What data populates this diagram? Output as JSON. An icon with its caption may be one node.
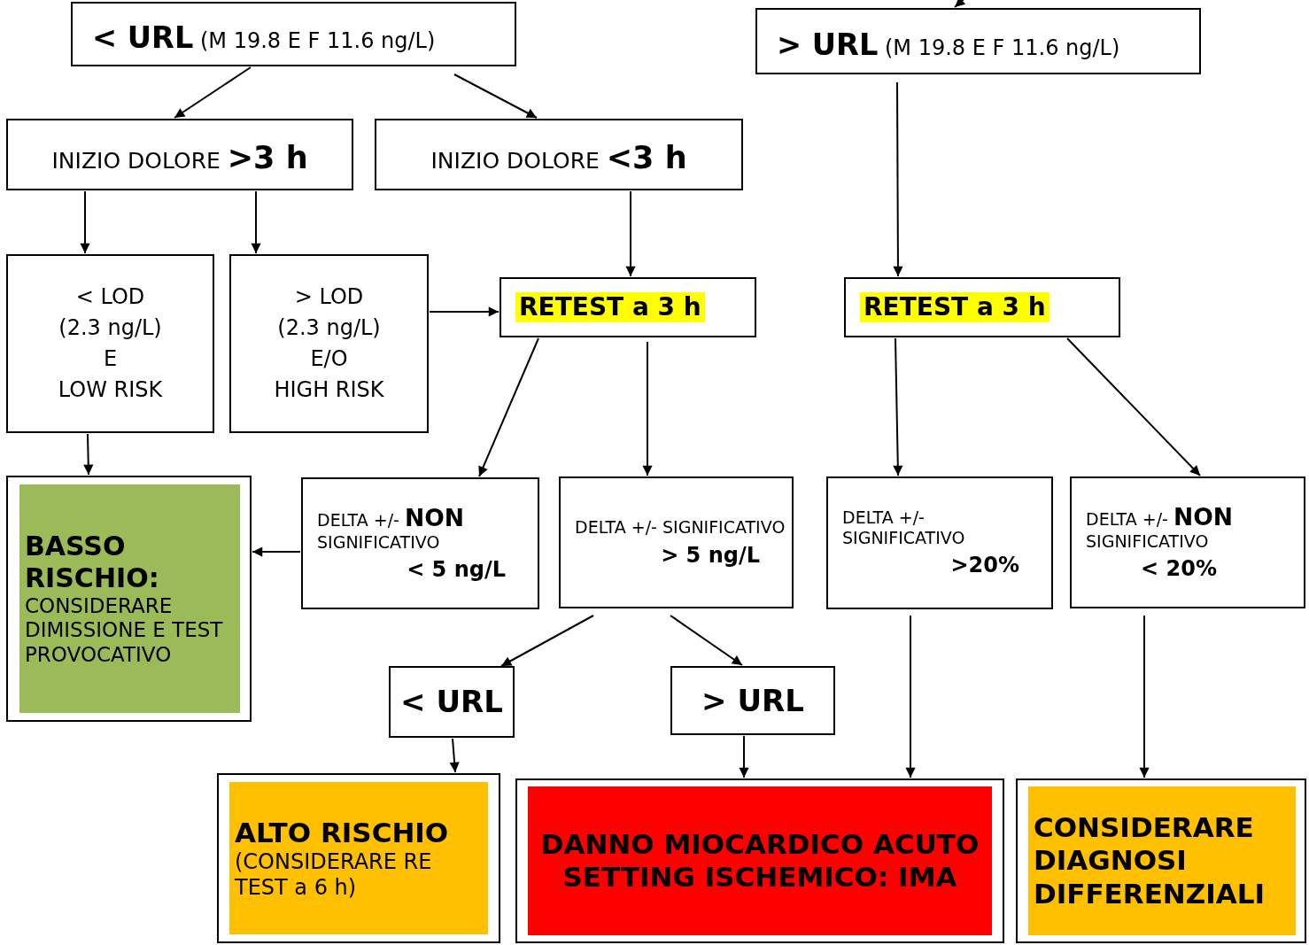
{
  "diagram": {
    "nodes": [
      {
        "text": [
          "**< URL** (M 19.8 E F 11.6 ng/L)"
        ]
      },
      {
        "text": [
          "**> URL** (M 19.8 E F 11.6 ng/L)"
        ]
      },
      {
        "text": [
          "INIZIO DOLORE **>3 h**"
        ]
      },
      {
        "text": [
          "INIZIO DOLORE **<3 h**"
        ]
      },
      {
        "text": [
          "< LOD",
          "(2.3 ng/L)",
          "E",
          "LOW RISK"
        ]
      },
      {
        "text": [
          "> LOD",
          "(2.3 ng/L)",
          "E/O",
          "HIGH RISK"
        ]
      },
      {
        "text": [
          "RETEST a 3 h"
        ]
      },
      {
        "text": [
          "RETEST a 3 h"
        ]
      },
      {
        "text": [
          "BASSO RISCHIO:",
          "CONSIDERARE DIMISSIONE E TEST PROVOCATIVO"
        ]
      },
      {
        "text": [
          "DELTA +/- **NON** SIGNIFICATIVO",
          "< 5 ng/L"
        ]
      },
      {
        "text": [
          "DELTA +/- SIGNIFICATIVO",
          "> 5 ng/L"
        ]
      },
      {
        "text": [
          "DELTA +/- SIGNIFICATIVO",
          ">20%"
        ]
      },
      {
        "text": [
          "DELTA +/- **NON** SIGNIFICATIVO",
          "< 20%"
        ]
      },
      {
        "text": [
          "< URL"
        ]
      },
      {
        "text": [
          "> URL"
        ]
      },
      {
        "text": [
          "ALTO RISCHIO",
          "(CONSIDERARE RE TEST a 6 h)"
        ]
      },
      {
        "text": [
          "DANNO MIOCARDICO ACUTO SETTING ISCHEMICO: IMA"
        ]
      },
      {
        "text": [
          "CONSIDERARE DIAGNOSI DIFFERENZIALI"
        ]
      }
    ],
    "edges": [
      {
        "from": 0,
        "to": 2,
        "arrow": "to"
      },
      {
        "from": 0,
        "to": 3,
        "arrow": "to"
      },
      {
        "from": 1,
        "to": 7,
        "arrow": "to"
      },
      {
        "from": 2,
        "to": 4,
        "arrow": "to"
      },
      {
        "from": 2,
        "to": 5,
        "arrow": "to"
      },
      {
        "from": 3,
        "to": 6,
        "arrow": "to"
      },
      {
        "from": 5,
        "to": 6,
        "arrow": "to"
      },
      {
        "from": 4,
        "to": 8,
        "arrow": "to"
      },
      {
        "from": 6,
        "to": 9,
        "arrow": "to"
      },
      {
        "from": 6,
        "to": 10,
        "arrow": "to"
      },
      {
        "from": 7,
        "to": 11,
        "arrow": "to"
      },
      {
        "from": 7,
        "to": 12,
        "arrow": "to"
      },
      {
        "from": 9,
        "to": 8,
        "arrow": "to"
      },
      {
        "from": 10,
        "to": 13,
        "arrow": "to"
      },
      {
        "from": 10,
        "to": 14,
        "arrow": "to"
      },
      {
        "from": 13,
        "to": 15,
        "arrow": "to"
      },
      {
        "from": 14,
        "to": 16,
        "arrow": "to"
      },
      {
        "from": 11,
        "to": 16,
        "arrow": "to"
      },
      {
        "from": 12,
        "to": 17,
        "arrow": "to"
      },
      {
        "from": null,
        "to": 1,
        "arrow": "to"
      }
    ]
  }
}
